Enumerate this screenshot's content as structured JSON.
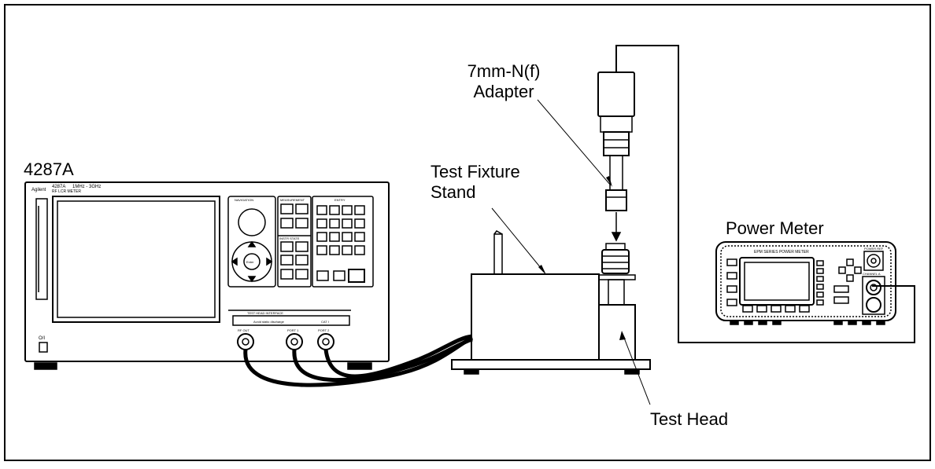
{
  "labels": {
    "instrument": "4287A",
    "adapter_line1": "7mm-N(f)",
    "adapter_line2": "Adapter",
    "stand_line1": "Test Fixture",
    "stand_line2": "Stand",
    "power_meter": "Power Meter",
    "test_head": "Test Head"
  },
  "instrument_panel": {
    "brand": "Agilent",
    "model": "4287A",
    "range": "1MHz - 3GHz",
    "subtitle": "RF LCR METER",
    "navigation": "NAVIGATION",
    "measurement": "MEASUREMENT",
    "entry": "ENTRY",
    "instr_state": "INSTR STATE",
    "test_head_interface": "TEST HEAD INTERFACE",
    "rf_out": "RF OUT",
    "port1": "PORT 1",
    "port2": "PORT 2",
    "enter_key": "Enter",
    "power_switch": "O/I",
    "warning": "Avoid static discharge",
    "cat": "CAT I"
  },
  "power_meter_panel": {
    "title": "EPM SERIES POWER METER",
    "power_ref": "POWER REF",
    "channel": "CHANNEL A"
  }
}
